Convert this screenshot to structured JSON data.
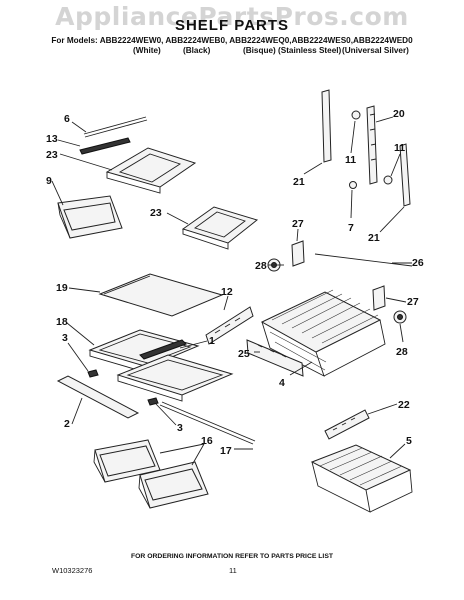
{
  "watermark": "AppliancePartsPros.com",
  "title": "SHELF PARTS",
  "models_line": "For Models: ABB2224WEW0, ABB2224WEB0, ABB2224WEQ0,ABB2224WES0,ABB2224WED0",
  "variants": [
    "(White)",
    "(Black)",
    "(Bisque)",
    "(Stainless Steel)",
    "(Universal Silver)"
  ],
  "callouts": {
    "c6": "6",
    "c13": "13",
    "c23a": "23",
    "c9": "9",
    "c23b": "23",
    "c19": "19",
    "c18": "18",
    "c1": "1",
    "c3a": "3",
    "c2": "2",
    "c3b": "3",
    "c16": "16",
    "c17": "17",
    "c20": "20",
    "c11a": "11",
    "c11b": "11",
    "c21a": "21",
    "c7": "7",
    "c21b": "21",
    "c27a": "27",
    "c28a": "28",
    "c26": "26",
    "c12": "12",
    "c27b": "27",
    "c25": "25",
    "c28b": "28",
    "c4": "4",
    "c22": "22",
    "c5": "5"
  },
  "footer": "FOR ORDERING INFORMATION REFER TO PARTS PRICE LIST",
  "doc_number": "W10323276",
  "page_number": "11"
}
